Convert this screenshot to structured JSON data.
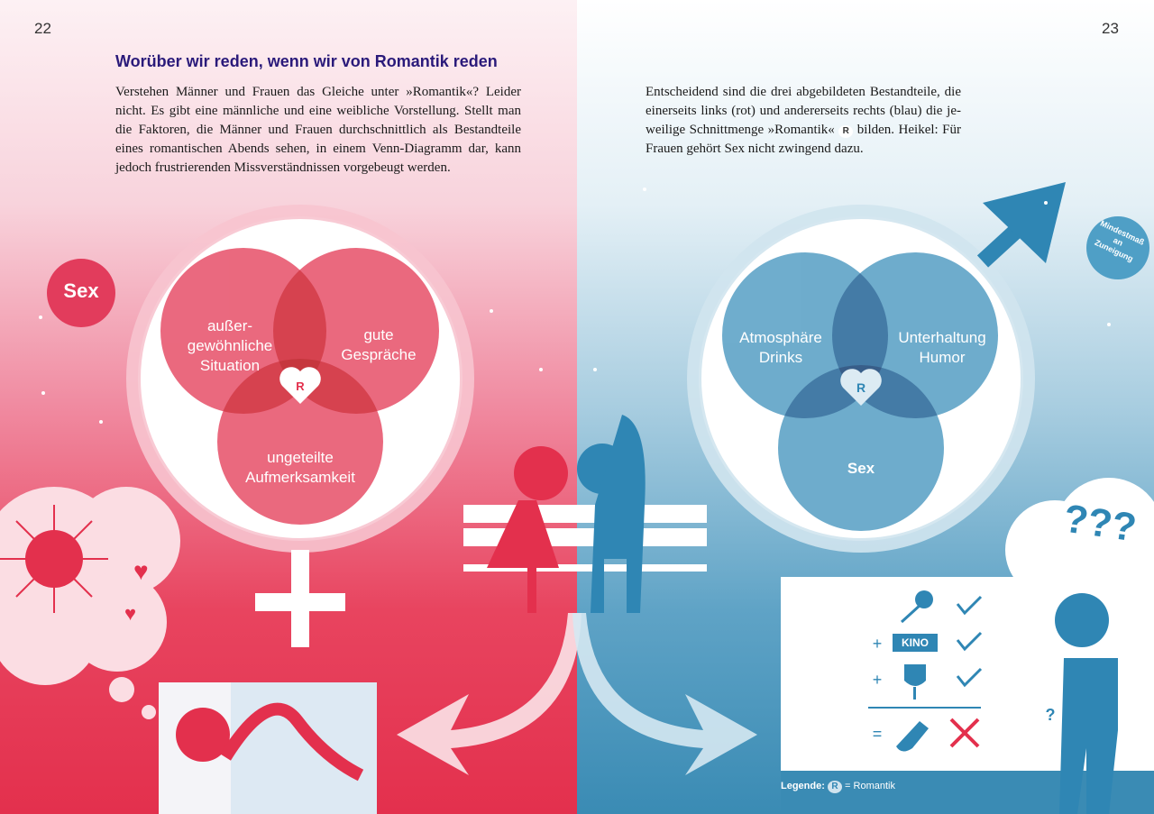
{
  "left_page": {
    "page_number": "22",
    "title": "Worüber wir reden, wenn wir von Romantik reden",
    "body": "Verstehen Männer und Frauen das Gleiche unter »Romantik«? Leider nicht. Es gibt eine männliche und eine weibliche Vorstellung. Stellt man die Faktoren, die Männer und Frauen durchschnittlich als Bestandteile eines romantischen Abends sehen, in einem Venn-Diagramm dar, kann jedoch frustrierenden Missverständnissen vorgebeugt werden.",
    "outside_label": "Sex",
    "venn": [
      "außer-\ngewöhnliche\nSituation",
      "gute\nGespräche",
      "ungeteilte\nAufmerksamkeit"
    ],
    "center": "R"
  },
  "right_page": {
    "page_number": "23",
    "body_before": "Entscheidend sind die drei abgebildeten Bestandteile, die einerseits links (rot) und andererseits rechts (blau) die je-weilige Schnittmenge »Romantik«",
    "body_badge": "R",
    "body_after": "bilden. Heikel: Für Frauen gehört Sex nicht zwingend dazu.",
    "venn": [
      "Atmosphäre\nDrinks",
      "Unterhaltung\nHumor",
      "Sex"
    ],
    "center": "R",
    "badge": "Mindestmaß\nan\nZuneigung",
    "thought": "???",
    "equation": {
      "kino": "KINO",
      "plus": "+",
      "equals": "=",
      "question": "?"
    },
    "legend_label": "Legende:",
    "legend_badge": "R",
    "legend_text": "= Romantik"
  },
  "colors": {
    "red": "#e3304d",
    "blue": "#2f86b4",
    "title": "#2a1a7a"
  }
}
